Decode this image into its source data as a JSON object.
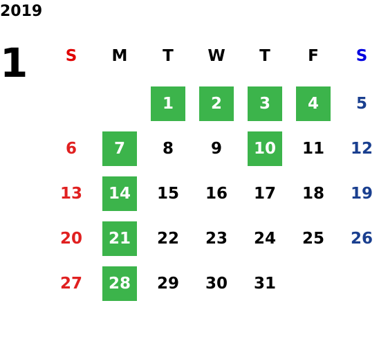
{
  "year": "2019",
  "month": "1",
  "weekdays": [
    {
      "label": "S",
      "color": "#e00000"
    },
    {
      "label": "M",
      "color": "#000000"
    },
    {
      "label": "T",
      "color": "#000000"
    },
    {
      "label": "W",
      "color": "#000000"
    },
    {
      "label": "T",
      "color": "#000000"
    },
    {
      "label": "F",
      "color": "#000000"
    },
    {
      "label": "S",
      "color": "#0000e0"
    }
  ],
  "colors": {
    "sunday": "#e02020",
    "saturday": "#1a3f8f",
    "weekday": "#000000",
    "highlight_bg": "#3cb44b",
    "highlight_text": "#ffffff"
  },
  "first_weekday_index": 2,
  "days_in_month": 31,
  "highlighted_days": [
    1,
    2,
    3,
    4,
    7,
    10,
    14,
    21,
    28
  ]
}
